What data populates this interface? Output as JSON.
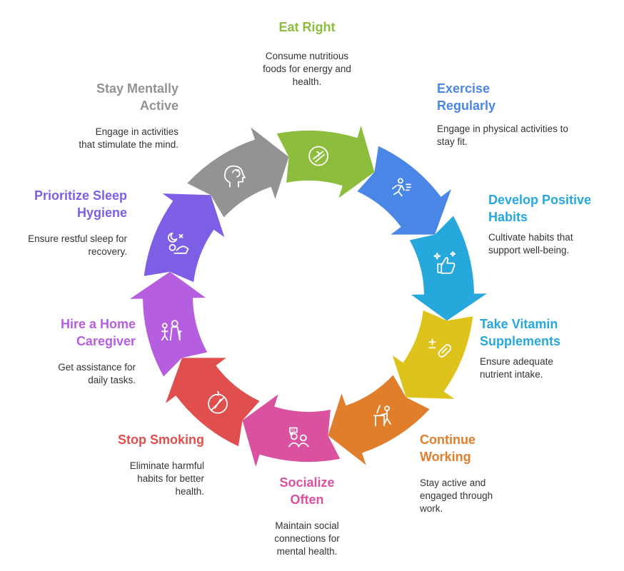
{
  "steps": [
    {
      "key": "eat",
      "title": "Eat Right",
      "desc": "Consume nutritious foods for energy and health.",
      "color": "#8cbd3c",
      "icon": "salad-icon"
    },
    {
      "key": "exercise",
      "title": "Exercise Regularly",
      "desc": "Engage in physical activities to stay fit.",
      "color": "#4a86e6",
      "icon": "running-person-icon"
    },
    {
      "key": "habits",
      "title": "Develop Positive Habits",
      "desc": "Cultivate habits that support well-being.",
      "color": "#27a8dc",
      "icon": "thumbs-up-sparkle-icon"
    },
    {
      "key": "vitamin",
      "title": "Take Vitamin Supplements",
      "desc": "Ensure adequate nutrient intake.",
      "color": "#dfc31d",
      "icon": "pill-icon"
    },
    {
      "key": "working",
      "title": "Continue Working",
      "desc": "Stay active and engaged through work.",
      "color": "#e07e2b",
      "icon": "desk-worker-icon"
    },
    {
      "key": "social",
      "title": "Socialize Often",
      "desc": "Maintain social connections for mental health.",
      "color": "#d9519f",
      "icon": "chatting-people-icon"
    },
    {
      "key": "smoking",
      "title": "Stop Smoking",
      "desc": "Eliminate harmful habits for better health.",
      "color": "#e04e4e",
      "icon": "no-smoking-icon"
    },
    {
      "key": "caregiver",
      "title": "Hire a Home Caregiver",
      "desc": "Get assistance for daily tasks.",
      "color": "#b55ee0",
      "icon": "caregiver-icon"
    },
    {
      "key": "sleep",
      "title": "Prioritize Sleep Hygiene",
      "desc": "Ensure restful sleep for recovery.",
      "color": "#7d5fe6",
      "icon": "sleeping-person-icon"
    },
    {
      "key": "mental",
      "title": "Stay Mentally Active",
      "desc": "Engage in activities that stimulate the mind.",
      "color": "#939393",
      "icon": "brain-head-icon"
    }
  ]
}
